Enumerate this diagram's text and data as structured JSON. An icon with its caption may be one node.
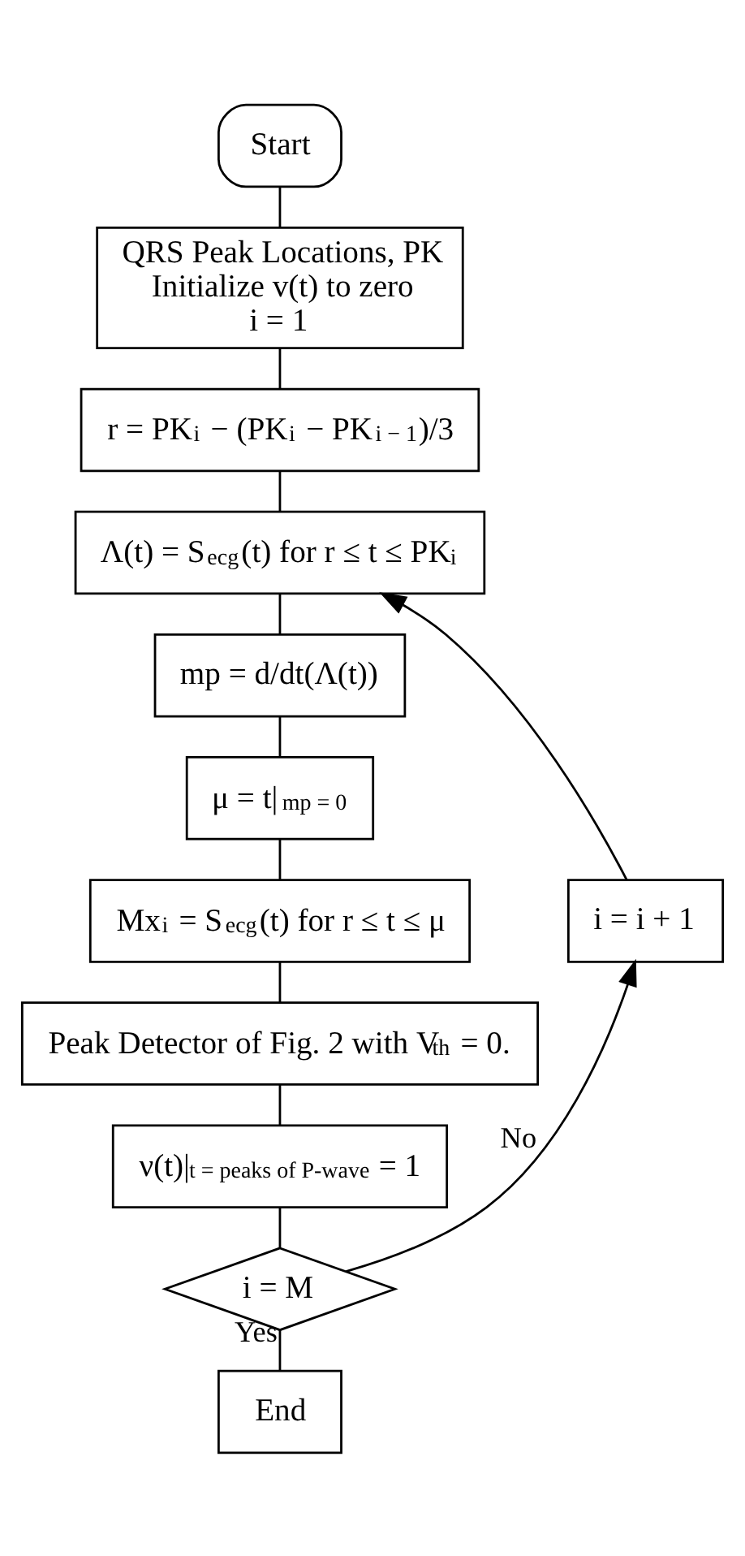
{
  "diagram": {
    "nodes": [
      {
        "text": [
          "Start"
        ]
      },
      {
        "text": [
          "QRS Peak Locations, PK",
          "Initialize v(t) to zero",
          "i = 1"
        ]
      },
      {
        "text": [
          "r = PK$_{i}$ − (PK$_{i}$ − PK$_{i − 1}$)/3"
        ]
      },
      {
        "text": [
          "Λ(t) = S$_{ecg}$(t) for r ≤ t ≤ PK$_{i}$"
        ]
      },
      {
        "text": [
          "mp = d/dt(Λ(t))"
        ]
      },
      {
        "text": [
          "μ = t|$_{mp = 0}$"
        ]
      },
      {
        "text": [
          "Mx$_{i}$ = S$_{ecg}$(t) for r ≤ t ≤ μ"
        ]
      },
      {
        "text": [
          "Peak Detector of Fig. 2 with V$_{th}$ = 0."
        ]
      },
      {
        "text": [
          "ν(t)|$_{t = peaks of P-wave}$ = 1"
        ]
      },
      {
        "text": [
          "i = M"
        ]
      },
      {
        "text": [
          "End"
        ]
      },
      {
        "text": [
          "i = i + 1"
        ]
      }
    ],
    "edges": [
      {
        "from": 0,
        "to": 1,
        "arrow": "none"
      },
      {
        "from": 1,
        "to": 2,
        "arrow": "none"
      },
      {
        "from": 2,
        "to": 3,
        "arrow": "none"
      },
      {
        "from": 3,
        "to": 4,
        "arrow": "none"
      },
      {
        "from": 4,
        "to": 5,
        "arrow": "none"
      },
      {
        "from": 5,
        "to": 6,
        "arrow": "none"
      },
      {
        "from": 6,
        "to": 7,
        "arrow": "none"
      },
      {
        "from": 7,
        "to": 8,
        "arrow": "none"
      },
      {
        "from": 8,
        "to": 9,
        "arrow": "none"
      },
      {
        "from": 9,
        "to": 10,
        "arrow": "none",
        "label": "Yes"
      },
      {
        "from": 9,
        "to": 11,
        "arrow": "to",
        "label": "No"
      },
      {
        "from": 11,
        "to": 3,
        "arrow": "to"
      }
    ]
  }
}
